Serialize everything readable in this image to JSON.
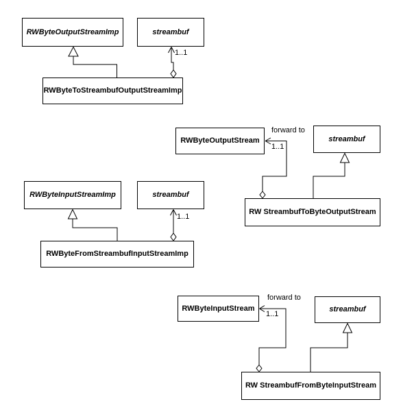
{
  "diagram": {
    "kind": "uml-class-diagram",
    "colors": {
      "line": "#000000",
      "box_background": "#ffffff",
      "text": "#000000"
    },
    "boxes": {
      "rwByteOutputStreamImp": "RWByteOutputStreamImp",
      "streambufTop": "streambuf",
      "rwByteToStreambufOutputStreamImp": "RWByteToStreambufOutputStreamImp",
      "rwByteOutputStream": "RWByteOutputStream",
      "streambufMidRight": "streambuf",
      "rwStreambufToByteOutputStream": "RW StreambufToByteOutputStream",
      "rwByteInputStreamImp": "RWByteInputStreamImp",
      "streambufMidLeft": "streambuf",
      "rwByteFromStreambufInputStreamImp": "RWByteFromStreambufInputStreamImp",
      "rwByteInputStream": "RWByteInputStream",
      "streambufBottom": "streambuf",
      "rwStreambufFromByteInputStream": "RW StreambufFromByteInputStream"
    },
    "annotations": {
      "multiplicityTop": "1..1",
      "forwardToMid": "forward to",
      "multiplicityMid": "1..1",
      "multiplicityMidLeft": "1..1",
      "forwardToBottom": "forward to",
      "multiplicityBottom": "1..1"
    }
  }
}
